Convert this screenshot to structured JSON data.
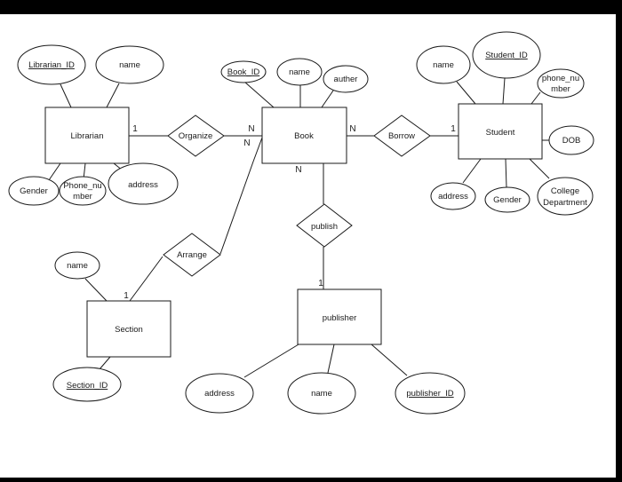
{
  "colors": {
    "background": "#000000",
    "paper": "#ffffff",
    "ink": "#1a1a1a"
  },
  "entities": {
    "librarian": "Librarian",
    "book": "Book",
    "student": "Student",
    "section": "Section",
    "publisher": "publisher"
  },
  "relationships": {
    "organize": "Organize",
    "borrow": "Borrow",
    "publish": "publish",
    "arrange": "Arrange"
  },
  "attributes": {
    "librarian_id": "Librarian_ID",
    "librarian_name": "name",
    "librarian_gender": "Gender",
    "librarian_phone_1": "Phone_nu",
    "librarian_phone_2": "mber",
    "librarian_address": "address",
    "book_id": "Book_ID",
    "book_name": "name",
    "book_auther": "auther",
    "student_name": "name",
    "student_id": "Student_ID",
    "student_phone_1": "phone_nu",
    "student_phone_2": "mber",
    "student_dob": "DOB",
    "student_address": "address",
    "student_gender": "Gender",
    "student_college_1": "College",
    "student_college_2": "Department",
    "section_name": "name",
    "section_id": "Section_ID",
    "publisher_address": "address",
    "publisher_name": "name",
    "publisher_id": "publisher_ID"
  },
  "cardinalities": {
    "librarian_organize": "1",
    "organize_book": "N",
    "book_arrange": "N",
    "book_borrow": "N",
    "borrow_student": "1",
    "book_publish": "N",
    "publish_publisher": "1",
    "arrange_section": "1"
  }
}
